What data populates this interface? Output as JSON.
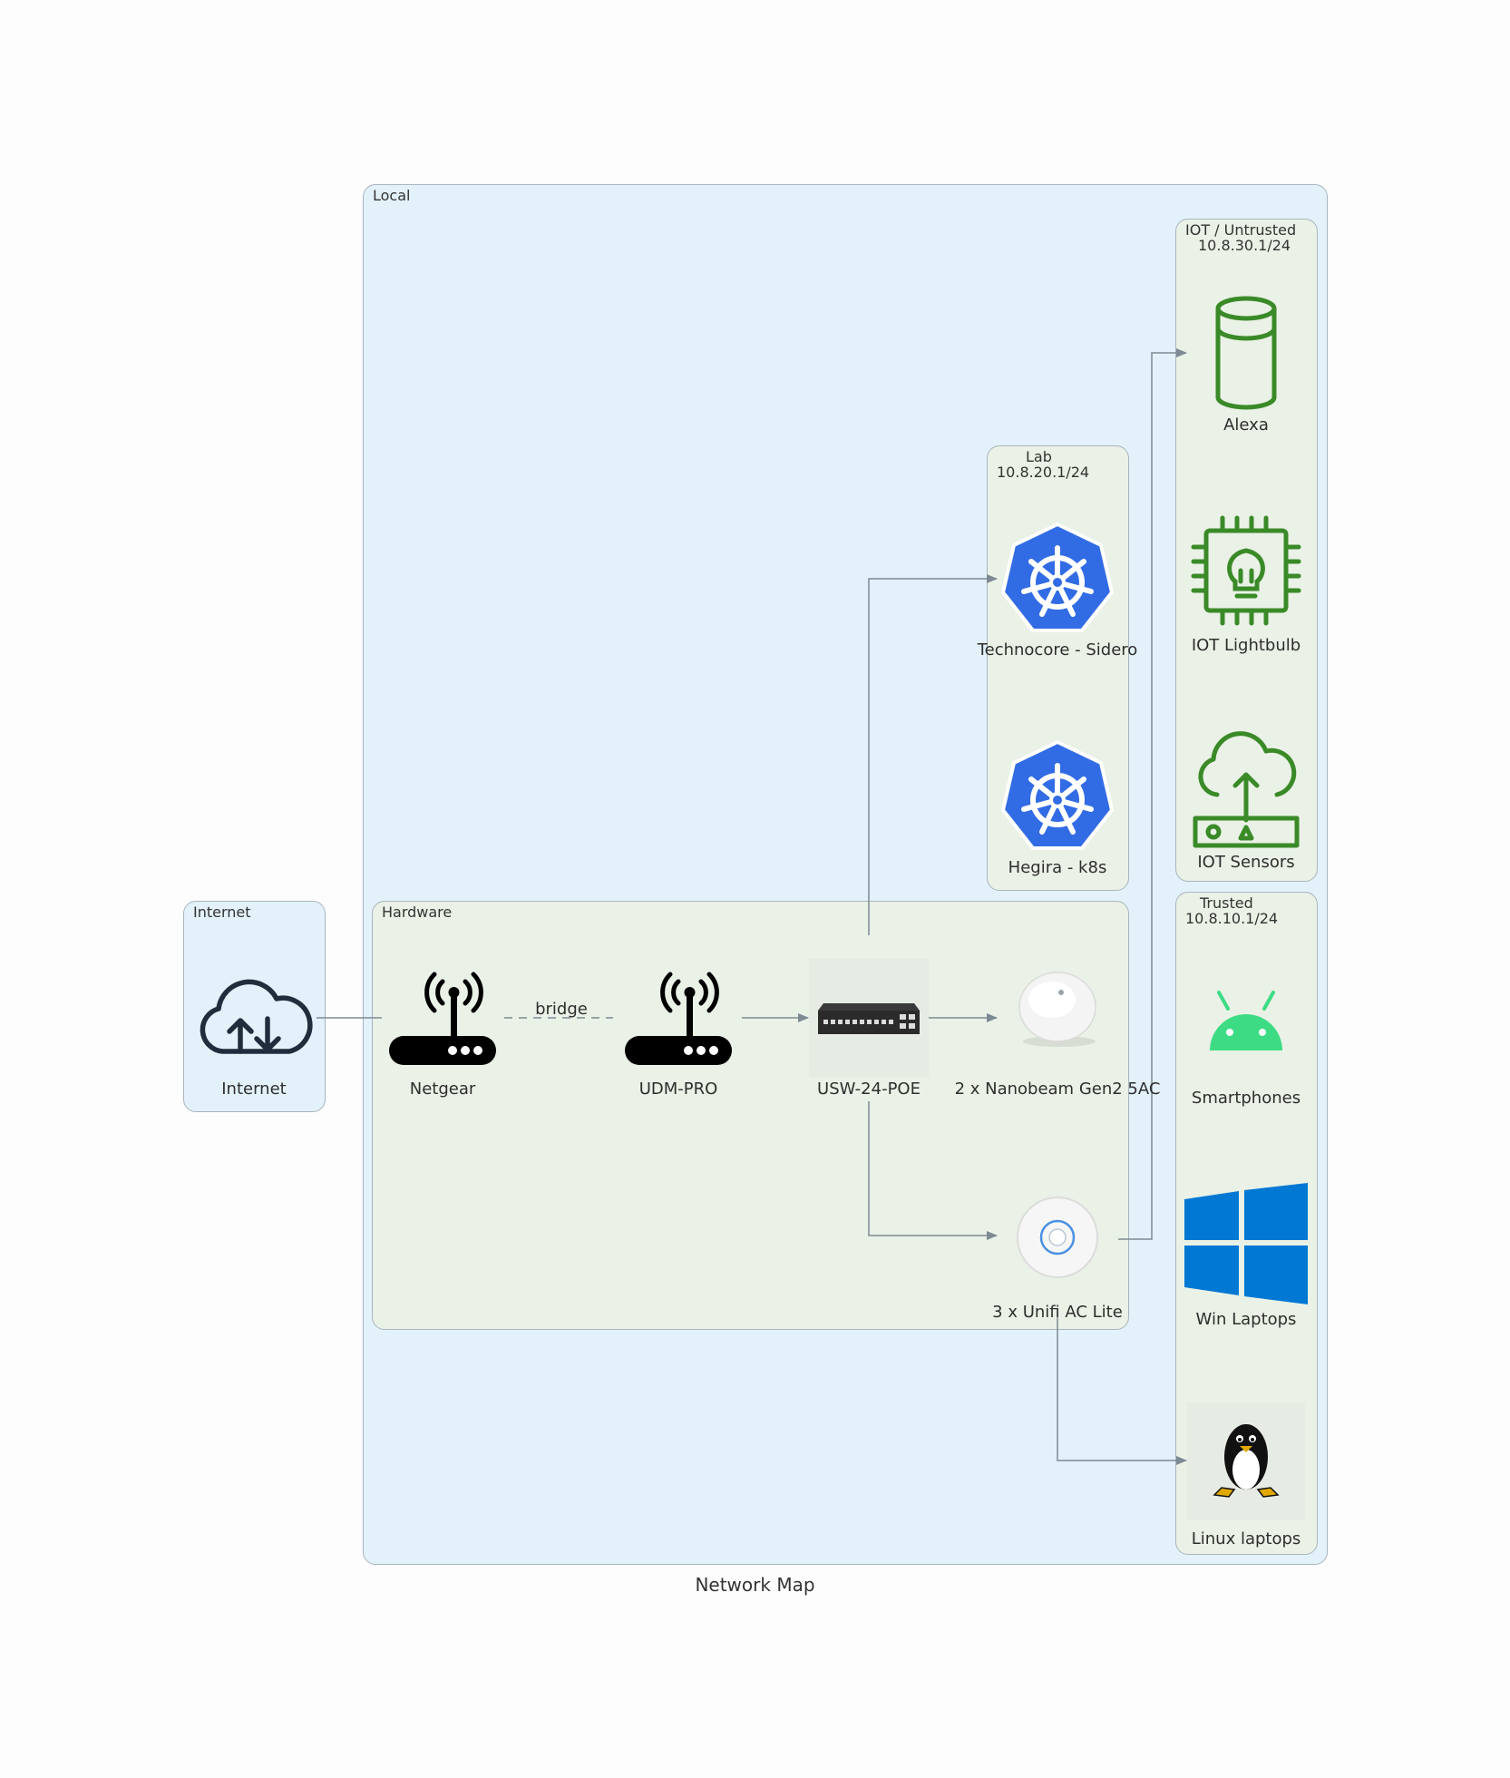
{
  "title": "Network Map",
  "clusters": {
    "local": {
      "label": "Local"
    },
    "internet": {
      "label": "Internet"
    },
    "hardware": {
      "label": "Hardware"
    },
    "lab": {
      "name": "Lab",
      "cidr": "10.8.20.1/24"
    },
    "iot": {
      "name": "IOT / Untrusted",
      "cidr": "10.8.30.1/24"
    },
    "trusted": {
      "name": "Trusted",
      "cidr": "10.8.10.1/24"
    }
  },
  "nodes": {
    "internet": {
      "label": "Internet",
      "icon": "cloud-sync-icon"
    },
    "netgear": {
      "label": "Netgear",
      "icon": "router-icon"
    },
    "udm": {
      "label": "UDM-PRO",
      "icon": "router-icon"
    },
    "switch": {
      "label": "USW-24-POE",
      "icon": "switch-icon"
    },
    "nanobeam": {
      "label": "2 x Nanobeam Gen2 5AC",
      "icon": "nanobeam-icon"
    },
    "unifi": {
      "label": "3 x Unifi AC Lite",
      "icon": "access-point-icon"
    },
    "technocore": {
      "label": "Technocore - Sidero",
      "icon": "kubernetes-icon"
    },
    "hegira": {
      "label": "Hegira - k8s",
      "icon": "kubernetes-icon"
    },
    "alexa": {
      "label": "Alexa",
      "icon": "smart-speaker-icon"
    },
    "lightbulb": {
      "label": "IOT Lightbulb",
      "icon": "chip-lightbulb-icon"
    },
    "sensors": {
      "label": "IOT Sensors",
      "icon": "cloud-upload-device-icon"
    },
    "smartphones": {
      "label": "Smartphones",
      "icon": "android-icon"
    },
    "winlaptops": {
      "label": "Win Laptops",
      "icon": "windows-icon"
    },
    "linux": {
      "label": "Linux laptops",
      "icon": "linux-tux-icon"
    }
  },
  "edges": [
    {
      "from": "Internet",
      "to": "Netgear",
      "style": "solid",
      "arrow": false
    },
    {
      "from": "Netgear",
      "to": "UDM-PRO",
      "label": "bridge",
      "style": "dashed",
      "arrow": false
    },
    {
      "from": "UDM-PRO",
      "to": "USW-24-POE",
      "style": "solid",
      "arrow": true
    },
    {
      "from": "USW-24-POE",
      "to": "2 x Nanobeam Gen2 5AC",
      "style": "solid",
      "arrow": true
    },
    {
      "from": "USW-24-POE",
      "to": "Technocore - Sidero",
      "style": "solid",
      "arrow": true
    },
    {
      "from": "USW-24-POE",
      "to": "3 x Unifi AC Lite",
      "style": "solid",
      "arrow": true
    },
    {
      "from": "3 x Unifi AC Lite",
      "to": "Alexa",
      "style": "solid",
      "arrow": true
    },
    {
      "from": "3 x Unifi AC Lite",
      "to": "Linux laptops",
      "style": "solid",
      "arrow": true
    }
  ],
  "colors": {
    "cluster_blue": "#e3f2fa",
    "cluster_green": "#eaf1e6",
    "k8s_blue": "#326ce5",
    "iot_green": "#3a8a28",
    "android_green": "#3ddc84",
    "windows_blue": "#0078d4",
    "edge": "#7d8a94"
  }
}
